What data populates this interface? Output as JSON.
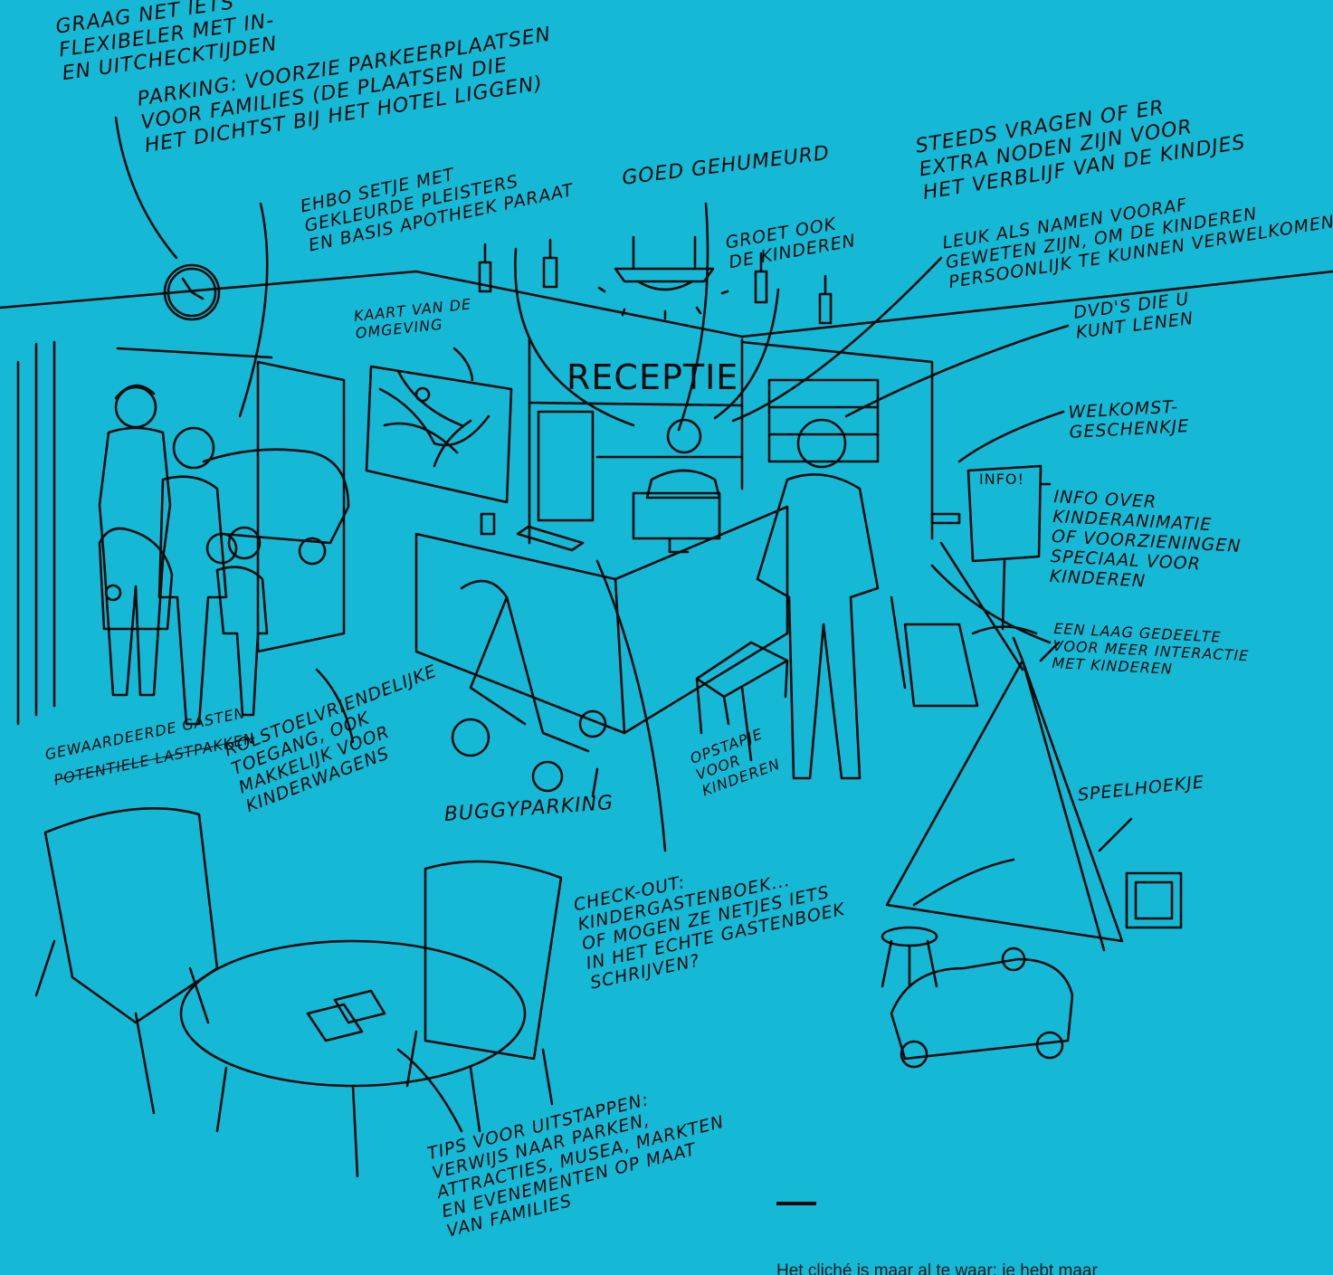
{
  "scene": {
    "background_color": "#15b9d6",
    "ink_color": "#0b0b0b",
    "reception_sign": "RECEPTIE",
    "info_board_text": "INFO!"
  },
  "annotations": {
    "checkin_times": "GRAAG NET IETS\nFLEXIBELER MET IN-\nEN UITCHECKTIJDEN",
    "parking": "PARKING: VOORZIE PARKEERPLAATSEN\nVOOR FAMILIES (DE PLAATSEN DIE\nHET DICHTST BIJ HET HOTEL LIGGEN)",
    "first_aid": "EHBO SETJE MET\nGEKLEURDE PLEISTERS\nEN BASIS APOTHEEK PARAAT",
    "good_mood": "GOED GEHUMEURD",
    "ask_needs": "STEEDS VRAGEN OF ER\nEXTRA NODEN ZIJN VOOR\nHET VERBLIJF VAN DE KINDJES",
    "greet_children": "GROET OOK\nDE KINDEREN",
    "names_known": "LEUK ALS NAMEN VOORAF\nGEWETEN ZIJN, OM DE KINDEREN\nPERSOONLIJK TE KUNNEN VERWELKOMEN",
    "area_map": "KAART VAN DE\nOMGEVING",
    "dvds": "DVD'S DIE U\nKUNT LENEN",
    "welcome_gift": "WELKOMST-\nGESCHENKJE",
    "kids_info": "INFO OVER\nKINDERANIMATIE\nOF VOORZIENINGEN\nSPECIAAL VOOR\nKINDEREN",
    "low_counter": "EEN LAAG GEDEELTE\nVOOR MEER INTERACTIE\nMET KINDEREN",
    "valued_guests": "GEWAARDEERDE GASTEN",
    "potential_nuisance": "POTENTIELE LASTPAKKEN",
    "wheelchair_access": "ROLSTOELVRIENDELIJKE\nTOEGANG, OOK\nMAKKELIJK VOOR\nKINDERWAGENS",
    "buggy_parking": "BUGGYPARKING",
    "step_stool": "OPSTAPJE\nVOOR\nKINDEREN",
    "play_corner": "SPEELHOEKJE",
    "checkout_guestbook": "CHECK-OUT:\nKINDERGASTENBOEK...\nOF MOGEN ZE NETJES IETS\nIN HET ECHTE GASTENBOEK\nSCHRIJVEN?",
    "outing_tips": "TIPS VOOR UITSTAPPEN:\nVERWIJS NAAR PARKEN,\nATTRACTIES, MUSEA, MARKTEN\nEN EVENEMENTEN OP MAAT\nVAN FAMILIES"
  },
  "caption": "Het cliché is maar al te waar: je hebt maar"
}
